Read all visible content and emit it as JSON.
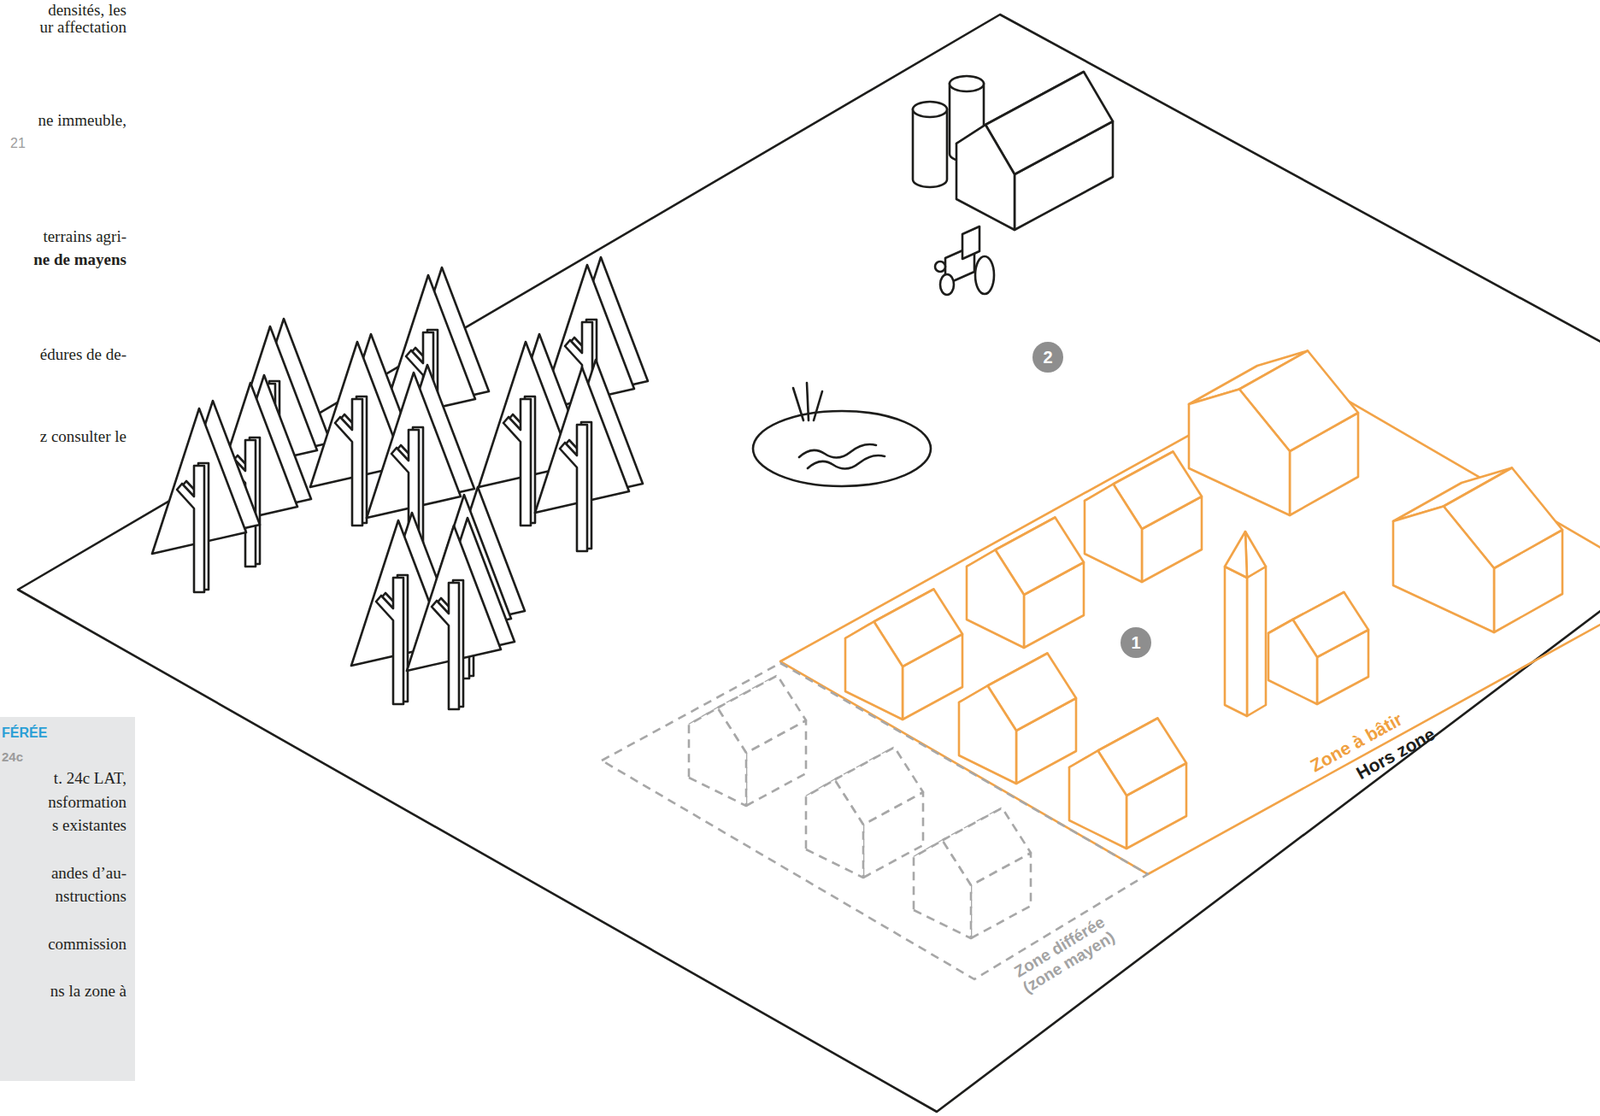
{
  "diagram": {
    "nodes": [
      {
        "text": [
          "FÉRÉE",
          "24c",
          "t. 24c LAT, nsformation s existantes",
          "andes d’au- nstructions",
          "commission",
          "ns la zone à"
        ]
      },
      {
        "text": [
          "2"
        ]
      },
      {
        "text": [
          "Zone à bâtir"
        ]
      },
      {
        "text": [
          "1"
        ],
        "in": 2
      },
      {
        "text": [
          "Zone différée (zone mayen)"
        ]
      }
    ],
    "labels": [
      "densités, les",
      "ur affectation",
      "ne immeuble,",
      "21",
      "terrains agri-",
      "ne de mayens",
      "édures de de-",
      "z consulter le",
      "Hors zone"
    ]
  }
}
